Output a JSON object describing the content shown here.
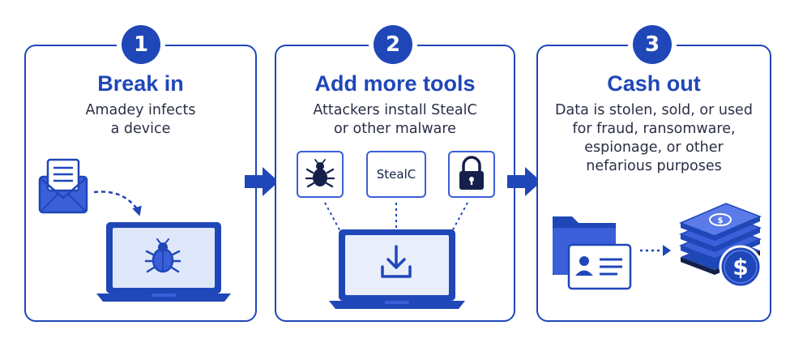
{
  "steps": [
    {
      "number": "1",
      "title": "Break in",
      "description": [
        "Amadey infects",
        "a device"
      ]
    },
    {
      "number": "2",
      "title": "Add more tools",
      "description": [
        "Attackers install StealC",
        "or other malware"
      ],
      "tool_label": "StealC"
    },
    {
      "number": "3",
      "title": "Cash out",
      "description": [
        "Data is stolen, sold, or used",
        "for fraud, ransomware,",
        "espionage, or other",
        "nefarious purposes"
      ]
    }
  ],
  "icons": {
    "step1": [
      "email-icon",
      "laptop-icon",
      "bug-icon"
    ],
    "step2": [
      "bug-icon",
      "stealc-tool-icon",
      "lock-icon",
      "laptop-icon",
      "download-icon"
    ],
    "step3": [
      "folder-icon",
      "id-card-icon",
      "money-stack-icon",
      "dollar-coin-icon"
    ],
    "connectors": [
      "arrow-right-icon",
      "arrow-right-icon"
    ]
  },
  "colors": {
    "primary": "#1f47b8",
    "accent": "#3b5fd9",
    "light_fill": "#dfe7fb",
    "ink": "#14204a"
  }
}
